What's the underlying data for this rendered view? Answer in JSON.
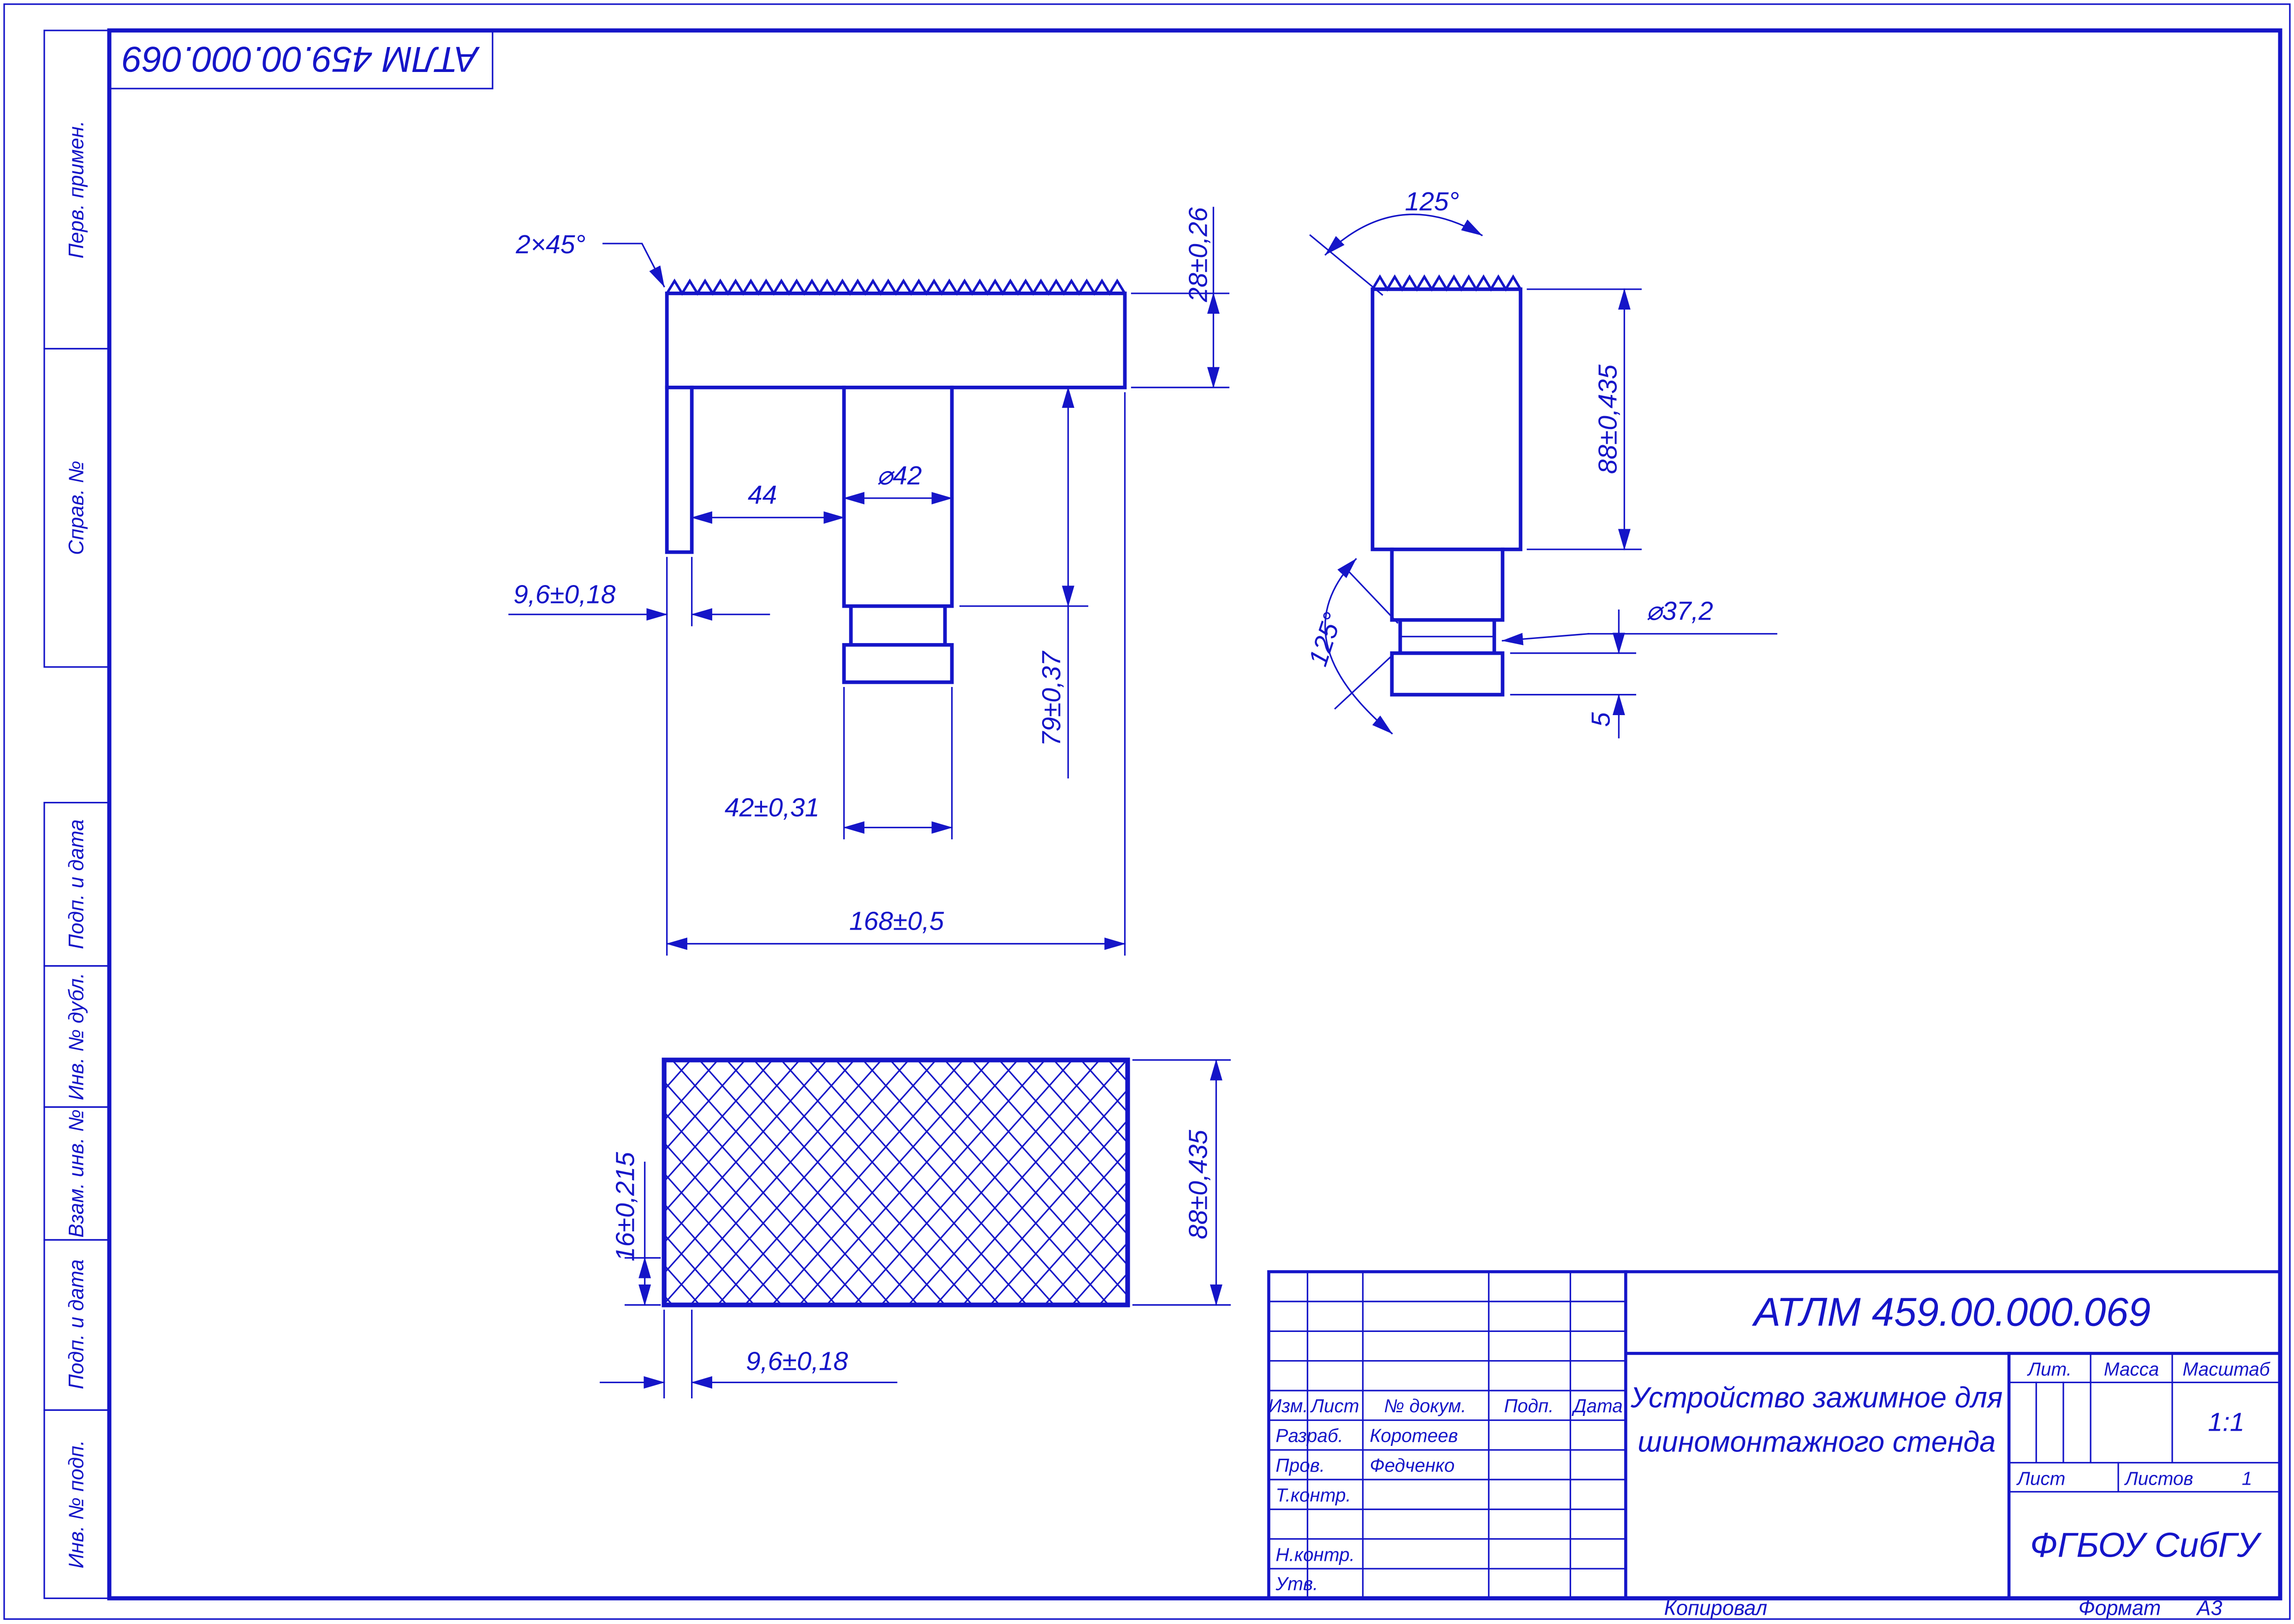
{
  "colors": {
    "line_blue": "#1515c8"
  },
  "doc": {
    "number": "АТЛМ 459.00.000.069"
  },
  "margin_labels": {
    "perv_primen": "Перв. примен.",
    "sprav_no": "Справ. №",
    "podp_i_data": "Подп. и дата",
    "inv_no_dubl": "Инв. № дубл.",
    "vzam_inv_no": "Взам. инв. №",
    "inv_no_podp": "Инв. № подп."
  },
  "views": {
    "front": {
      "chamfer": "2×45°",
      "thickness": "28±0,26",
      "width_44": "44",
      "stem_dia": "⌀42",
      "wall": "9,6±0,18",
      "stem_len": "79±0,37",
      "dia_42": "42±0,31",
      "total_len": "168±0,5"
    },
    "side": {
      "angle_top": "125°",
      "height_88": "88±0,435",
      "angle_groove": "125°",
      "groove_dia": "⌀37,2",
      "flange_5": "5"
    },
    "bottom": {
      "dim_16": "16±0,215",
      "height_88": "88±0,435",
      "wall": "9,6±0,18"
    }
  },
  "title_block": {
    "designation": "АТЛМ 459.00.000.069",
    "name_line1": "Устройство зажимное для",
    "name_line2": "шиномонтажного стенда",
    "cols": {
      "izm": "Изм.",
      "list": "Лист",
      "no_dokum": "№ докум.",
      "podp": "Подп.",
      "data": "Дата"
    },
    "rows": {
      "razrab": "Разраб.",
      "razrab_name": "Коротеев",
      "prov": "Пров.",
      "prov_name": "Федченко",
      "t_kontr": "Т.контр.",
      "n_kontr": "Н.контр.",
      "utv": "Утв."
    },
    "props": {
      "lit": "Лит.",
      "massa": "Масса",
      "masshtab": "Масштаб",
      "scale": "1:1"
    },
    "sheets": {
      "list": "Лист",
      "listov": "Листов",
      "listov_value": "1"
    },
    "organization": "ФГБОУ СибГУ"
  },
  "footer": {
    "kopiroval": "Копировал",
    "format_label": "Формат",
    "format_value": "А3"
  }
}
